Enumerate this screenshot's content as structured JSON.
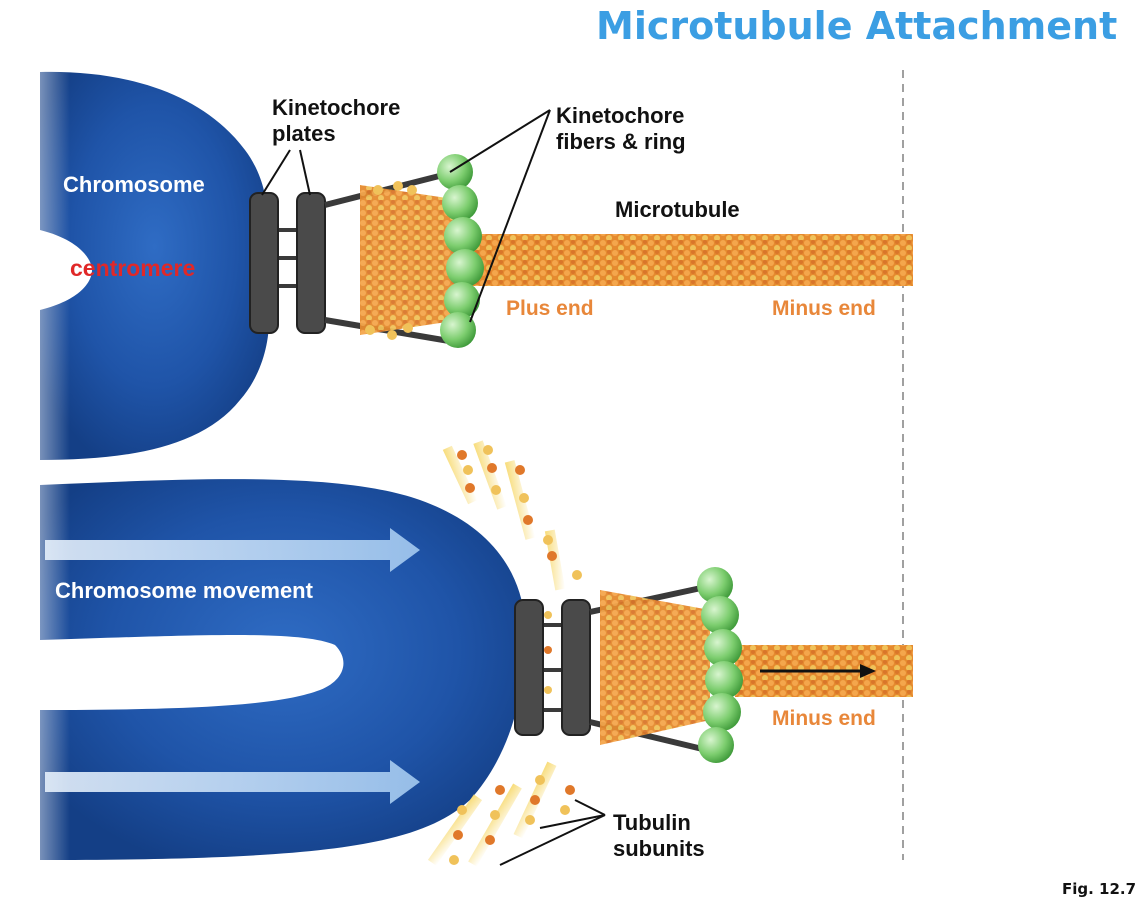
{
  "title": "Microtubule Attachment",
  "figure_label": "Fig. 12.7",
  "labels": {
    "kinetochore_plates": [
      "Kinetochore",
      "plates"
    ],
    "kinetochore_fibers": [
      "Kinetochore",
      "fibers & ring"
    ],
    "chromosome": "Chromosome",
    "centromere": "centromere",
    "microtubule": "Microtubule",
    "plus_end": "Plus end",
    "minus_end_top": "Minus end",
    "chromosome_movement": "Chromosome movement",
    "minus_end_bottom": "Minus end",
    "tubulin_subunits": [
      "Tubulin",
      "subunits"
    ]
  },
  "colors": {
    "title": "#3b9ee3",
    "chromosome": "#1f4f9e",
    "centromere_label": "#e02828",
    "orange_label": "#e8873a",
    "tubulin": "#e8913a",
    "ring": "#5cb85c",
    "plate": "#3a3a3a"
  }
}
